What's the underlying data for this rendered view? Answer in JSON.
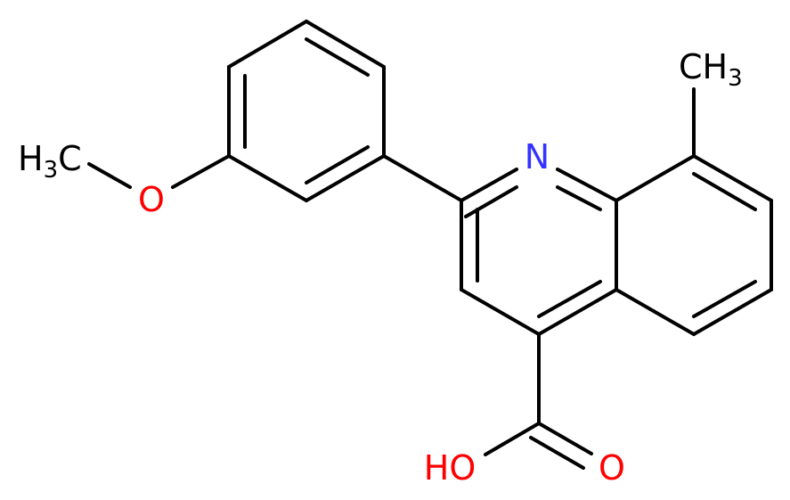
{
  "molecule": {
    "colors": {
      "bond": "#000000",
      "carbon_label": "#000000",
      "nitrogen": "#3333ff",
      "oxygen": "#ff0000"
    },
    "labels": {
      "methoxy_methyl_main": "H",
      "methoxy_methyl_sub": "3",
      "methoxy_methyl_tail": "C",
      "ether_oxygen": "O",
      "ring_nitrogen": "N",
      "methyl_main": "CH",
      "methyl_sub": "3",
      "hydroxyl": "HO",
      "carbonyl_oxygen": "O"
    }
  }
}
